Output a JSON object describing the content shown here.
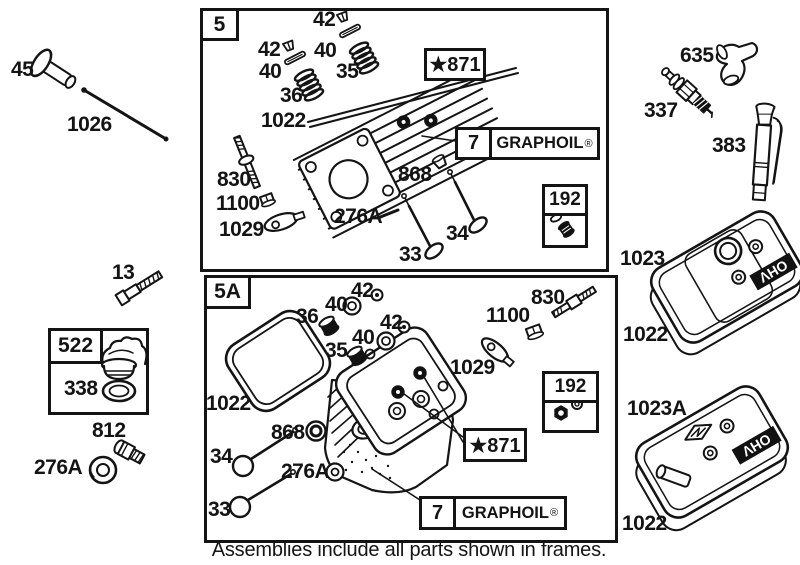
{
  "caption": "Assemblies include all parts shown in frames.",
  "left_column": {
    "c45": "45",
    "c1026": "1026",
    "c13": "13",
    "box522": "522",
    "c338": "338",
    "c812": "812",
    "c276a": "276A"
  },
  "frame5": {
    "tag": "5",
    "star871": "★871",
    "graphoil": {
      "num": "7",
      "name": "GRAPHOIL",
      "reg": "®"
    },
    "box192": "192",
    "callouts": {
      "c42a": "42",
      "c42b": "42",
      "c40a": "40",
      "c40b": "40",
      "c35": "35",
      "c36": "36",
      "c1022": "1022",
      "c830": "830",
      "c1100": "1100",
      "c1029": "1029",
      "c276a": "276A",
      "c868": "868",
      "c33": "33",
      "c34": "34"
    }
  },
  "frame5a": {
    "tag": "5A",
    "star871": "★871",
    "graphoil": {
      "num": "7",
      "name": "GRAPHOIL",
      "reg": "®"
    },
    "box192": "192",
    "callouts": {
      "c42a": "42",
      "c40a": "40",
      "c36": "36",
      "c42b": "42",
      "c40b": "40",
      "c35": "35",
      "c1022": "1022",
      "c868": "868",
      "c34": "34",
      "c276a": "276A",
      "c33": "33",
      "c830": "830",
      "c1100": "1100",
      "c1029": "1029"
    }
  },
  "right_column": {
    "c635": "635",
    "c337": "337",
    "c383": "383",
    "c1023": "1023",
    "c1022_top": "1022",
    "c1023a": "1023A",
    "c1022_bottom": "1022",
    "cover_badge": "OHV"
  }
}
